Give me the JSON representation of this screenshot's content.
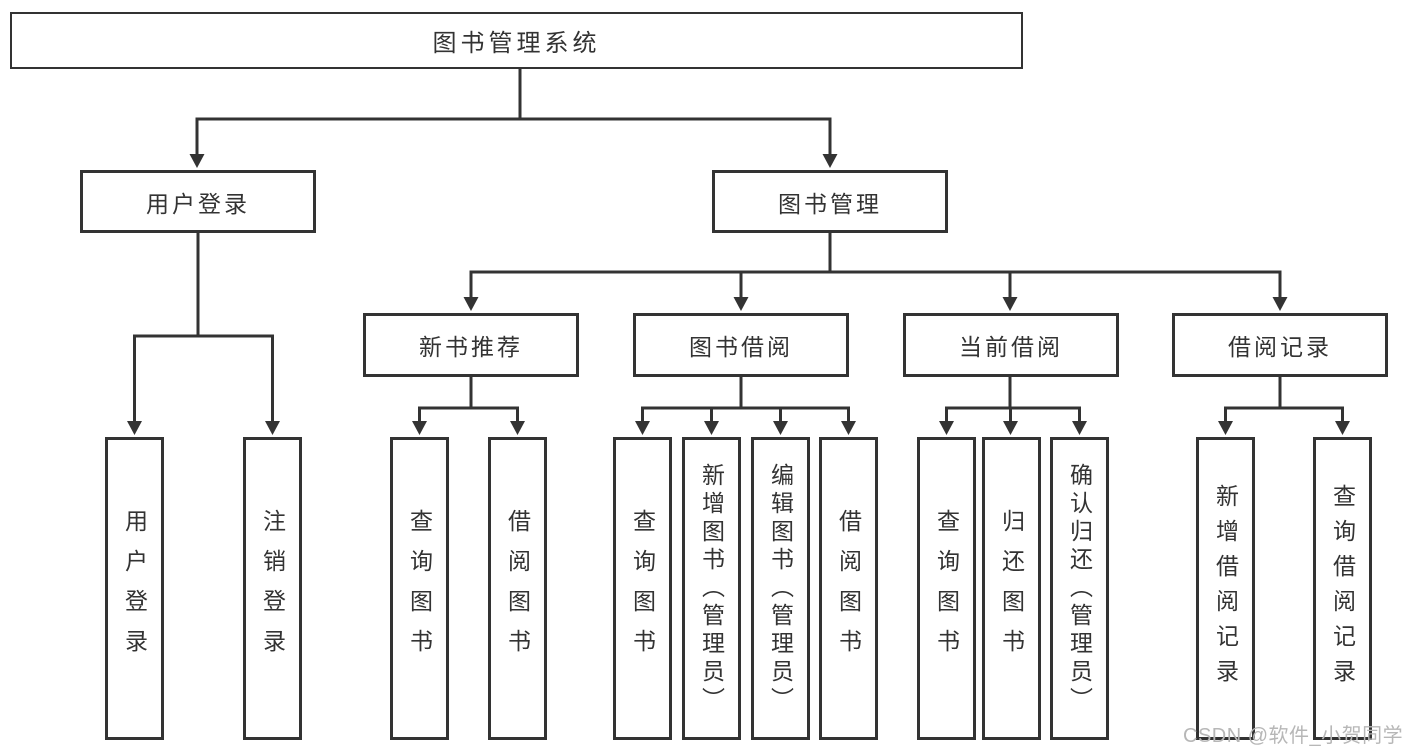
{
  "diagram": {
    "tree": {
      "label": "图书管理系统",
      "children": [
        {
          "label": "用户登录",
          "children": [
            {
              "label": "用户登录"
            },
            {
              "label": "注销登录"
            }
          ]
        },
        {
          "label": "图书管理",
          "children": [
            {
              "label": "新书推荐",
              "children": [
                {
                  "label": "查询图书"
                },
                {
                  "label": "借阅图书"
                }
              ]
            },
            {
              "label": "图书借阅",
              "children": [
                {
                  "label": "查询图书"
                },
                {
                  "label": "新增图书（管理员）"
                },
                {
                  "label": "编辑图书（管理员）"
                },
                {
                  "label": "借阅图书"
                }
              ]
            },
            {
              "label": "当前借阅",
              "children": [
                {
                  "label": "查询图书"
                },
                {
                  "label": "归还图书"
                },
                {
                  "label": "确认归还（管理员）"
                }
              ]
            },
            {
              "label": "借阅记录",
              "children": [
                {
                  "label": "新增借阅记录"
                },
                {
                  "label": "查询借阅记录"
                }
              ]
            }
          ]
        }
      ]
    },
    "watermark": "CSDN @软件_小贺同学",
    "colors": {
      "line": "#333333",
      "text": "#333333",
      "box_background": "#ffffff",
      "watermark": "#b7b7b7",
      "background": "#ffffff"
    }
  }
}
